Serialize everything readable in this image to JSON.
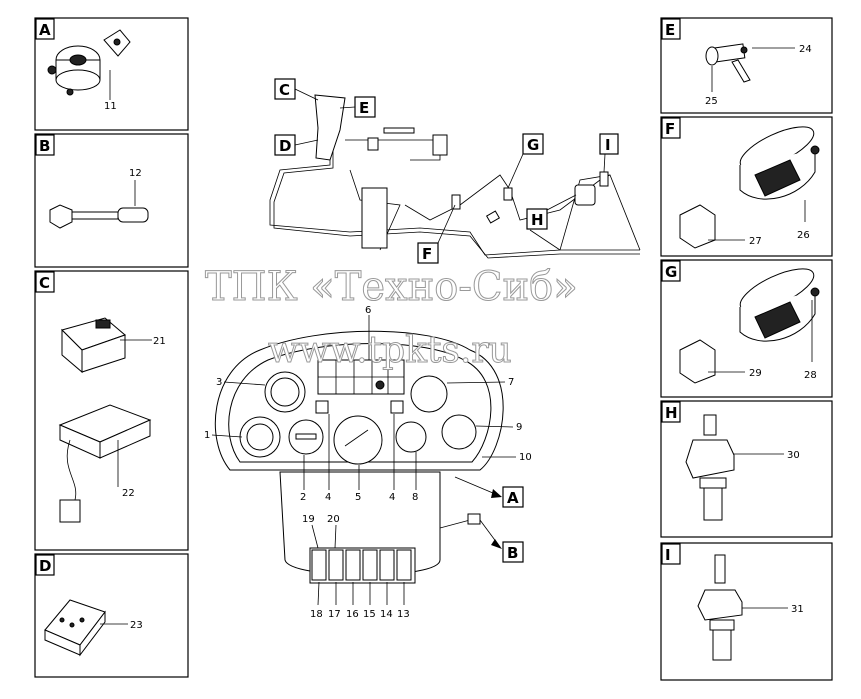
{
  "panels_left": [
    {
      "letter": "A",
      "parts": [
        "11"
      ]
    },
    {
      "letter": "B",
      "parts": [
        "12"
      ]
    },
    {
      "letter": "C",
      "parts": [
        "21",
        "22"
      ]
    },
    {
      "letter": "D",
      "parts": [
        "23"
      ]
    }
  ],
  "panels_right": [
    {
      "letter": "E",
      "parts": [
        "24",
        "25"
      ]
    },
    {
      "letter": "F",
      "parts": [
        "27",
        "26"
      ]
    },
    {
      "letter": "G",
      "parts": [
        "29",
        "28"
      ]
    },
    {
      "letter": "H",
      "parts": [
        "30"
      ]
    },
    {
      "letter": "I",
      "parts": [
        "31"
      ]
    }
  ],
  "harness_labels": [
    "C",
    "D",
    "E",
    "F",
    "G",
    "H",
    "I"
  ],
  "dash_callouts": [
    "1",
    "2",
    "3",
    "4",
    "4",
    "5",
    "6",
    "7",
    "8",
    "9",
    "10",
    "19",
    "20",
    "18",
    "17",
    "16",
    "15",
    "14",
    "13"
  ],
  "pointer_labels": [
    "A",
    "B"
  ],
  "watermark": {
    "line1": "ТПК «Техно-Сиб»",
    "line2": "www.tpkts.ru"
  }
}
